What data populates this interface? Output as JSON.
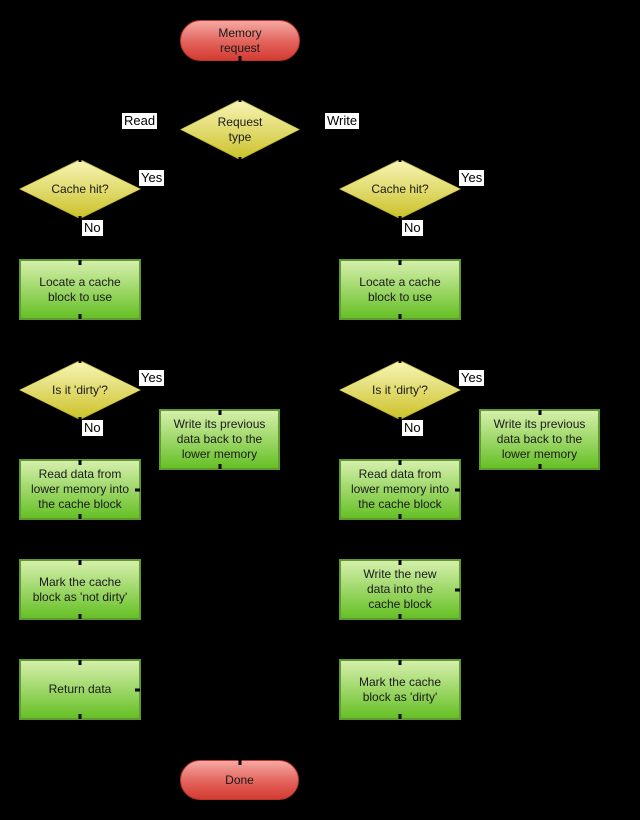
{
  "colors": {
    "background": "#000000",
    "terminal_top": "#f5a9a3",
    "terminal_bottom": "#d43b31",
    "terminal_border": "#b9352b",
    "decision_top": "#f7f5b7",
    "decision_bottom": "#ccc22a",
    "decision_border": "#b5ab25",
    "process_top": "#d5efab",
    "process_bottom": "#66c026",
    "process_border": "#619a31",
    "label_bg": "#ffffff",
    "text": "#1a1a1a"
  },
  "nodes": {
    "memory_request": {
      "label": "Memory request"
    },
    "request_type": {
      "label": "Request type"
    },
    "done": {
      "label": "Done"
    },
    "read_branch": {
      "cache_hit": {
        "label": "Cache hit?"
      },
      "locate": {
        "label": "Locate a cache block to use"
      },
      "is_dirty": {
        "label": "Is it 'dirty'?"
      },
      "write_back": {
        "label": "Write its previous data back to the lower memory"
      },
      "read_lower": {
        "label": "Read data from lower memory into the cache block"
      },
      "mark_not_dirty": {
        "label": "Mark the cache block as 'not dirty'"
      },
      "return_data": {
        "label": "Return data"
      }
    },
    "write_branch": {
      "cache_hit": {
        "label": "Cache hit?"
      },
      "locate": {
        "label": "Locate a cache block to use"
      },
      "is_dirty": {
        "label": "Is it 'dirty'?"
      },
      "write_back": {
        "label": "Write its previous data back to the lower memory"
      },
      "read_lower": {
        "label": "Read data from lower memory into the cache block"
      },
      "write_new": {
        "label": "Write the new data into the cache block"
      },
      "mark_dirty": {
        "label": "Mark the cache block as 'dirty'"
      }
    }
  },
  "edge_labels": {
    "read": "Read",
    "write": "Write",
    "yes": "Yes",
    "no": "No"
  }
}
